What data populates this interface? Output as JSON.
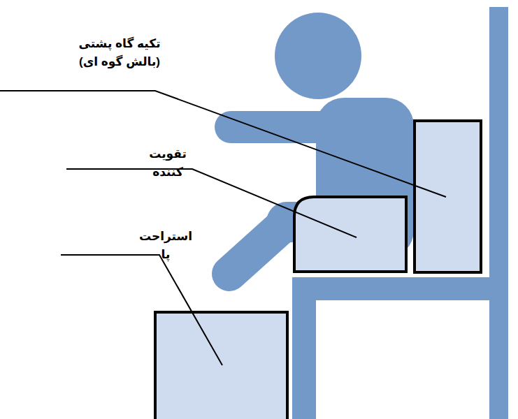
{
  "diagram": {
    "labels": [
      "تکیه گاه پشتی (بالش گوه ای)",
      "تقویت کننده",
      "استراحت پا"
    ]
  }
}
